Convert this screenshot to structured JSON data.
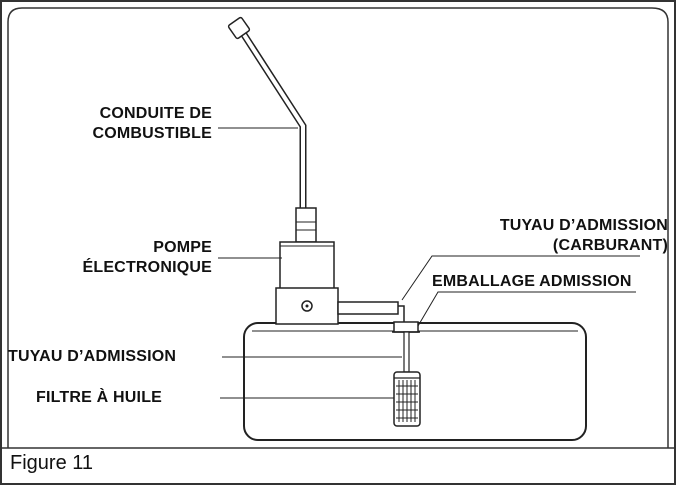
{
  "figure": {
    "caption": "Figure 11",
    "labels": {
      "fuel_line_1": "CONDUITE DE",
      "fuel_line_2": "COMBUSTIBLE",
      "pump_1": "POMPE",
      "pump_2": "ÉLECTRONIQUE",
      "intake_pipe_fuel_1": "TUYAU D’ADMISSION",
      "intake_pipe_fuel_2": "(CARBURANT)",
      "intake_packing": "EMBALLAGE ADMISSION",
      "intake_pipe": "TUYAU D’ADMISSION",
      "oil_filter": "FILTRE À HUILE"
    }
  },
  "colors": {
    "stroke": "#222222",
    "frame": "#333333",
    "background": "#ffffff"
  }
}
